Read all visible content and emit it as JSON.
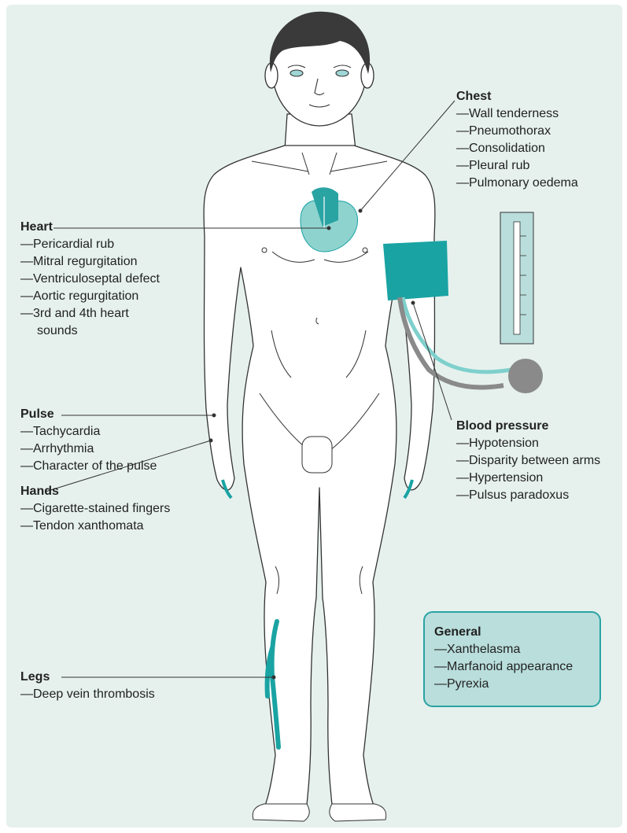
{
  "labels": {
    "chest": {
      "title": "Chest",
      "items": [
        "—Wall tenderness",
        "—Pneumothorax",
        "—Consolidation",
        "—Pleural rub",
        "—Pulmonary oedema"
      ]
    },
    "heart": {
      "title": "Heart",
      "items": [
        "—Pericardial rub",
        "—Mitral regurgitation",
        "—Ventriculoseptal defect",
        "—Aortic regurgitation",
        "—3rd and 4th heart"
      ],
      "continuation": "sounds"
    },
    "pulse": {
      "title": "Pulse",
      "items": [
        "—Tachycardia",
        "—Arrhythmia",
        "—Character of the pulse"
      ]
    },
    "hands": {
      "title": "Hands",
      "items": [
        "—Cigarette-stained fingers",
        "—Tendon xanthomata"
      ]
    },
    "legs": {
      "title": "Legs",
      "items": [
        "—Deep vein thrombosis"
      ]
    },
    "blood_pressure": {
      "title": "Blood pressure",
      "items": [
        "—Hypotension",
        "—Disparity between arms",
        "—Hypertension",
        "—Pulsus paradoxus"
      ]
    },
    "general": {
      "title": "General",
      "items": [
        "—Xanthelasma",
        "—Marfanoid appearance",
        "—Pyrexia"
      ]
    }
  },
  "colors": {
    "background": "#e6f1ee",
    "accent_teal": "#1aa3a3",
    "light_teal": "#7fd0cc",
    "box_fill": "#b9dedc",
    "outline": "#333333",
    "bulb_grey": "#8a8a8a"
  }
}
